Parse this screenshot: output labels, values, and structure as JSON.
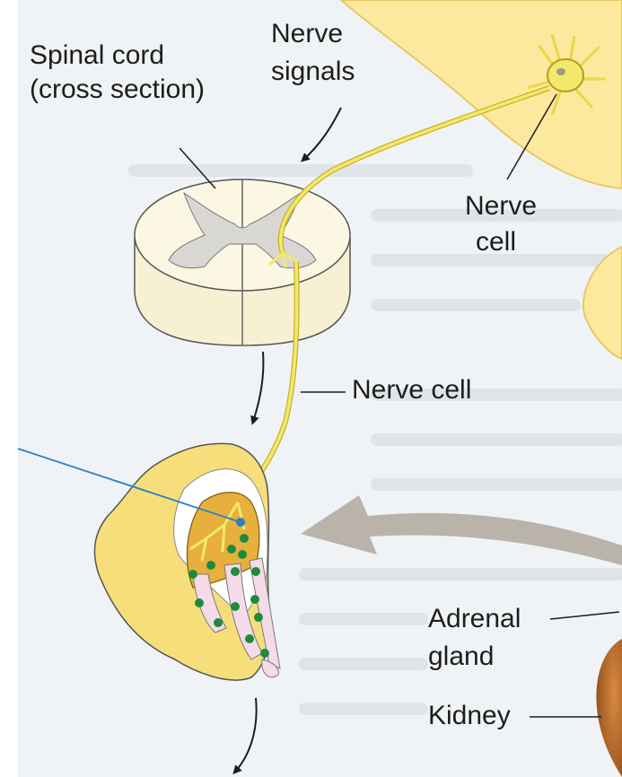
{
  "labels": {
    "spinal_cord": [
      "Spinal cord",
      "(cross section)"
    ],
    "nerve_signals": [
      "Nerve",
      "signals"
    ],
    "nerve_cell_top": [
      "Nerve",
      "cell"
    ],
    "nerve_cell_mid": "Nerve cell",
    "adrenal_gland": [
      "Adrenal",
      "gland"
    ],
    "kidney": "Kidney"
  },
  "colors": {
    "page_background": "#f0f3f6",
    "body_tissue": "#fde99e",
    "gland_cortex": "#f6df7a",
    "gland_medulla": "#e7b03c",
    "nerve": "#f2e96b",
    "spinal_white_matter": "#fbf7e3",
    "spinal_grey_matter": "#d9d7d4",
    "vessel": "#f3dbe8",
    "secretory_granule": "#1f8a3b",
    "pointer_line": "#2e7fc1",
    "kidney": "#b8672a",
    "arrow_grey": "#b9b3a9"
  }
}
